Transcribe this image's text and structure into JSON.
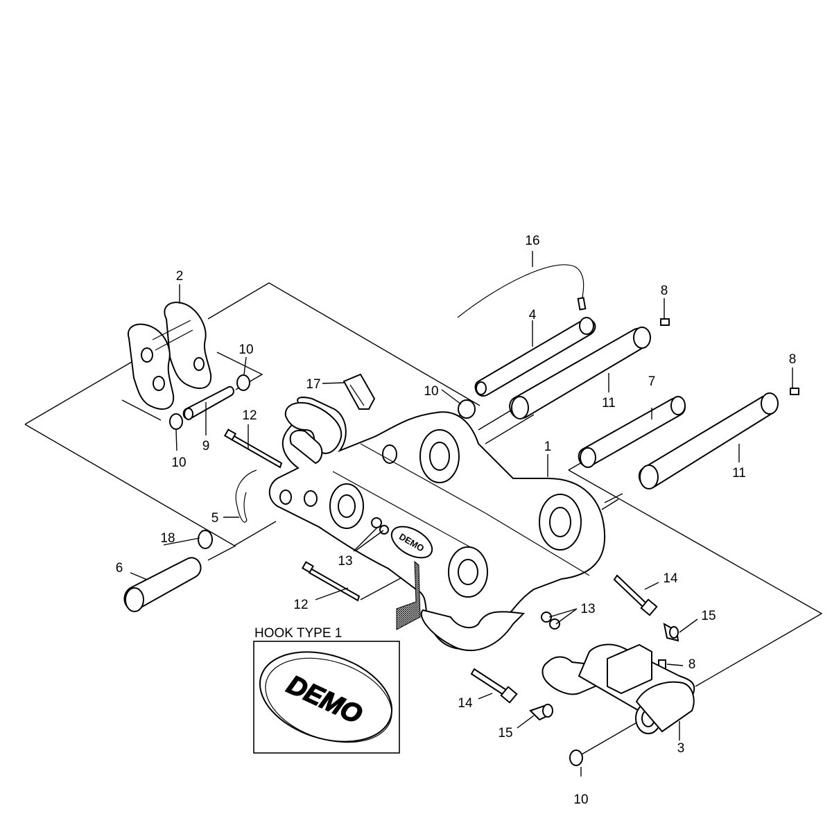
{
  "callouts": [
    {
      "id": "c1",
      "label": "1"
    },
    {
      "id": "c2",
      "label": "2"
    },
    {
      "id": "c3",
      "label": "3"
    },
    {
      "id": "c4",
      "label": "4"
    },
    {
      "id": "c5",
      "label": "5"
    },
    {
      "id": "c6",
      "label": "6"
    },
    {
      "id": "c7",
      "label": "7"
    },
    {
      "id": "c8a",
      "label": "8"
    },
    {
      "id": "c8b",
      "label": "8"
    },
    {
      "id": "c8c",
      "label": "8"
    },
    {
      "id": "c9",
      "label": "9"
    },
    {
      "id": "c10a",
      "label": "10"
    },
    {
      "id": "c10b",
      "label": "10"
    },
    {
      "id": "c10c",
      "label": "10"
    },
    {
      "id": "c10d",
      "label": "10"
    },
    {
      "id": "c11a",
      "label": "11"
    },
    {
      "id": "c11b",
      "label": "11"
    },
    {
      "id": "c12a",
      "label": "12"
    },
    {
      "id": "c12b",
      "label": "12"
    },
    {
      "id": "c13a",
      "label": "13"
    },
    {
      "id": "c13b",
      "label": "13"
    },
    {
      "id": "c14a",
      "label": "14"
    },
    {
      "id": "c14b",
      "label": "14"
    },
    {
      "id": "c15a",
      "label": "15"
    },
    {
      "id": "c15b",
      "label": "15"
    },
    {
      "id": "c16",
      "label": "16"
    },
    {
      "id": "c17",
      "label": "17"
    },
    {
      "id": "c18",
      "label": "18"
    }
  ],
  "inset": {
    "title": "HOOK TYPE 1",
    "logo_text": "DEMO"
  },
  "body_logo_text": "DEMO"
}
